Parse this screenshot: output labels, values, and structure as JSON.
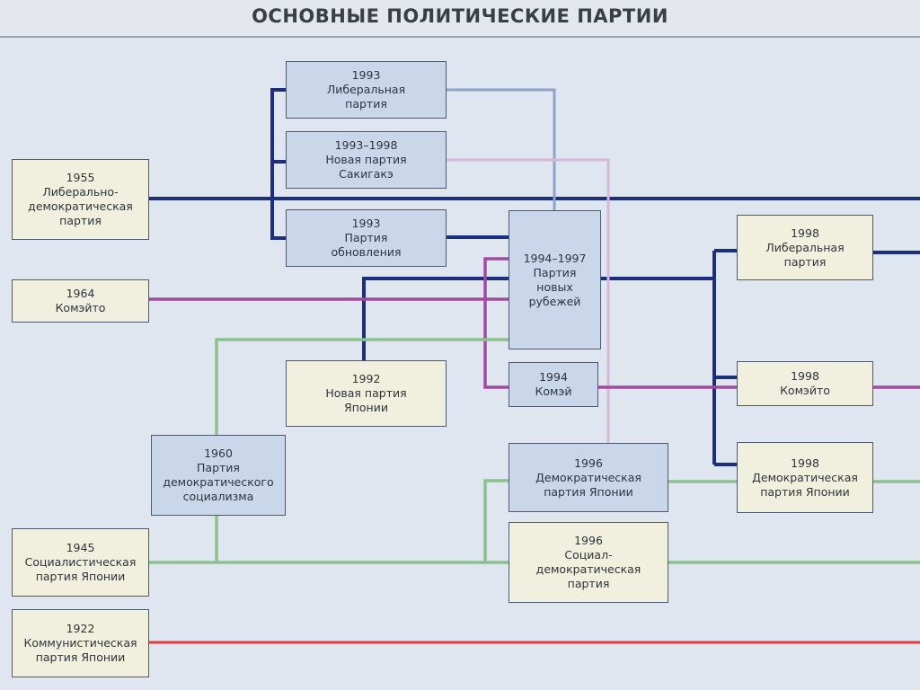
{
  "title": "ОСНОВНЫЕ ПОЛИТИЧЕСКИЕ ПАРТИИ",
  "colors": {
    "ldp": "#1b2f7e",
    "komeito": "#a04ba0",
    "socialist": "#8ac18f",
    "communist": "#e23b3b",
    "liberal93": "#8fa2cc",
    "sakigake": "#d8b6d9"
  },
  "parties": {
    "ldp1955": {
      "year": "1955",
      "name": [
        "Либерально-",
        "демократическая",
        "партия"
      ]
    },
    "komeito1964": {
      "year": "1964",
      "name": [
        "Комэйто"
      ]
    },
    "jsp1945": {
      "year": "1945",
      "name": [
        "Социалистическая",
        "партия Японии"
      ]
    },
    "jcp1922": {
      "year": "1922",
      "name": [
        "Коммунистическая",
        "партия Японии"
      ]
    },
    "liberal1993": {
      "year": "1993",
      "name": [
        "Либеральная",
        "партия"
      ]
    },
    "sakigake": {
      "year": "1993–1998",
      "name": [
        "Новая партия",
        "Сакигакэ"
      ]
    },
    "renewal1993": {
      "year": "1993",
      "name": [
        "Партия",
        "обновления"
      ]
    },
    "newfrontier": {
      "year": "1994–1997",
      "name": [
        "Партия",
        "новых",
        "рубежей"
      ]
    },
    "newjapan1992": {
      "year": "1992",
      "name": [
        "Новая партия",
        "Японии"
      ]
    },
    "dsp1960": {
      "year": "1960",
      "name": [
        "Партия",
        "демократического",
        "социализма"
      ]
    },
    "komei1994": {
      "year": "1994",
      "name": [
        "Комэй"
      ]
    },
    "dpj1996": {
      "year": "1996",
      "name": [
        "Демократическая",
        "партия Японии"
      ]
    },
    "sdp1996": {
      "year": "1996",
      "name": [
        "Социал-",
        "демократическая",
        "партия"
      ]
    },
    "liberal1998": {
      "year": "1998",
      "name": [
        "Либеральная",
        "партия"
      ]
    },
    "komeito1998": {
      "year": "1998",
      "name": [
        "Комэйто"
      ]
    },
    "dpj1998": {
      "year": "1998",
      "name": [
        "Демократическая",
        "партия Японии"
      ]
    }
  }
}
